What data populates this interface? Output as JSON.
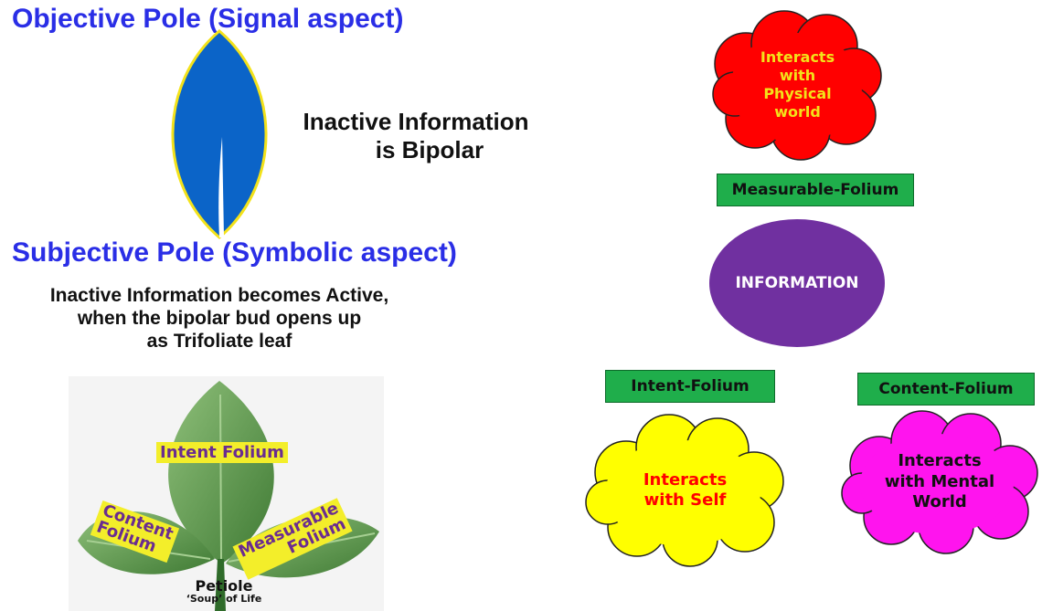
{
  "left": {
    "objective_pole": "Objective Pole (Signal aspect)",
    "inactive_line1": "Inactive Information",
    "inactive_line2": "is Bipolar",
    "subjective_pole": "Subjective Pole (Symbolic aspect)",
    "active_line1": "Inactive Information becomes Active,",
    "active_line2": "when the bipolar bud opens up",
    "active_line3": "as Trifoliate leaf",
    "leaf_labels": {
      "intent": "Intent Folium",
      "content_line1": "Content",
      "content_line2": "Folium",
      "measurable_line1": "Measurable",
      "measurable_line2": "Folium",
      "petiole": "Petiole",
      "soup": "‘Soup’ of Life"
    }
  },
  "right": {
    "physical_cloud": {
      "line1": "Interacts",
      "line2": "with",
      "line3": "Physical",
      "line4": "world"
    },
    "measurable_box": "Measurable-Folium",
    "information": "INFORMATION",
    "intent_box": "Intent-Folium",
    "content_box": "Content-Folium",
    "self_cloud": {
      "line1": "Interacts",
      "line2": "with Self"
    },
    "mental_cloud": {
      "line1": "Interacts",
      "line2": "with Mental",
      "line3": "World"
    }
  },
  "colors": {
    "heading_blue": "#2a2ee6",
    "bud_blue": "#0b64c8",
    "bud_outline": "#f3e21a",
    "cloud_red": "#ff0000",
    "cloud_yellow": "#ffff00",
    "cloud_magenta": "#ff14ee",
    "info_purple": "#7030a0",
    "box_green": "#1fae4b"
  }
}
